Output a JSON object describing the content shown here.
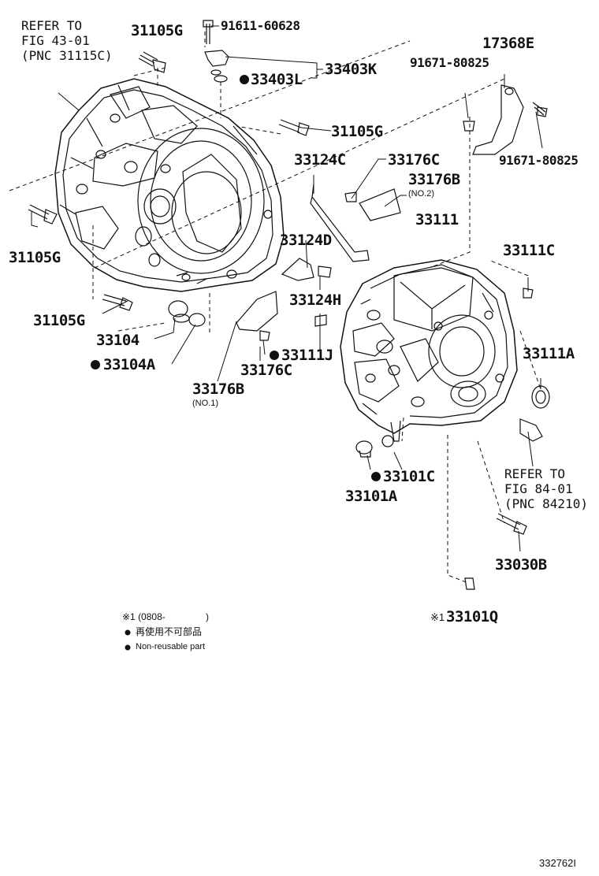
{
  "refs": {
    "fig43": [
      "REFER TO",
      "FIG 43-01",
      "(PNC 31115C)"
    ],
    "fig84": [
      "REFER TO",
      "FIG 84-01",
      "(PNC 84210)"
    ]
  },
  "parts": {
    "p31105g_top": "31105G",
    "p91611": "91611-60628",
    "p33403l": "33403L",
    "p33403k": "33403K",
    "p17368e": "17368E",
    "p91671_a": "91671-80825",
    "p91671_b": "91671-80825",
    "p31105g_mid": "31105G",
    "p33124c": "33124C",
    "p33176c_top": "33176C",
    "p33176b_top": "33176B",
    "p33111": "33111",
    "p31105g_left": "31105G",
    "p33124d": "33124D",
    "p33111c": "33111C",
    "p33124h": "33124H",
    "p31105g_low": "31105G",
    "p33104": "33104",
    "p33111j": "33111J",
    "p33104a": "33104A",
    "p33176c_low": "33176C",
    "p33111a": "33111A",
    "p33176b_low": "33176B",
    "p33101c": "33101C",
    "p33101a": "33101A",
    "p33030b": "33030B",
    "p33101q": "33101Q"
  },
  "sublabels": {
    "no2": "(NO.2)",
    "no1": "(NO.1)"
  },
  "legend": {
    "note_mark": "※1 (0808-",
    "note_close": ")",
    "reuse_jp": "再使用不可部品",
    "reuse_en": "Non-reusable part",
    "q_mark": "※1"
  },
  "footer": {
    "diagram_code": "332762I"
  },
  "colors": {
    "ink": "#111111",
    "background": "#ffffff"
  }
}
